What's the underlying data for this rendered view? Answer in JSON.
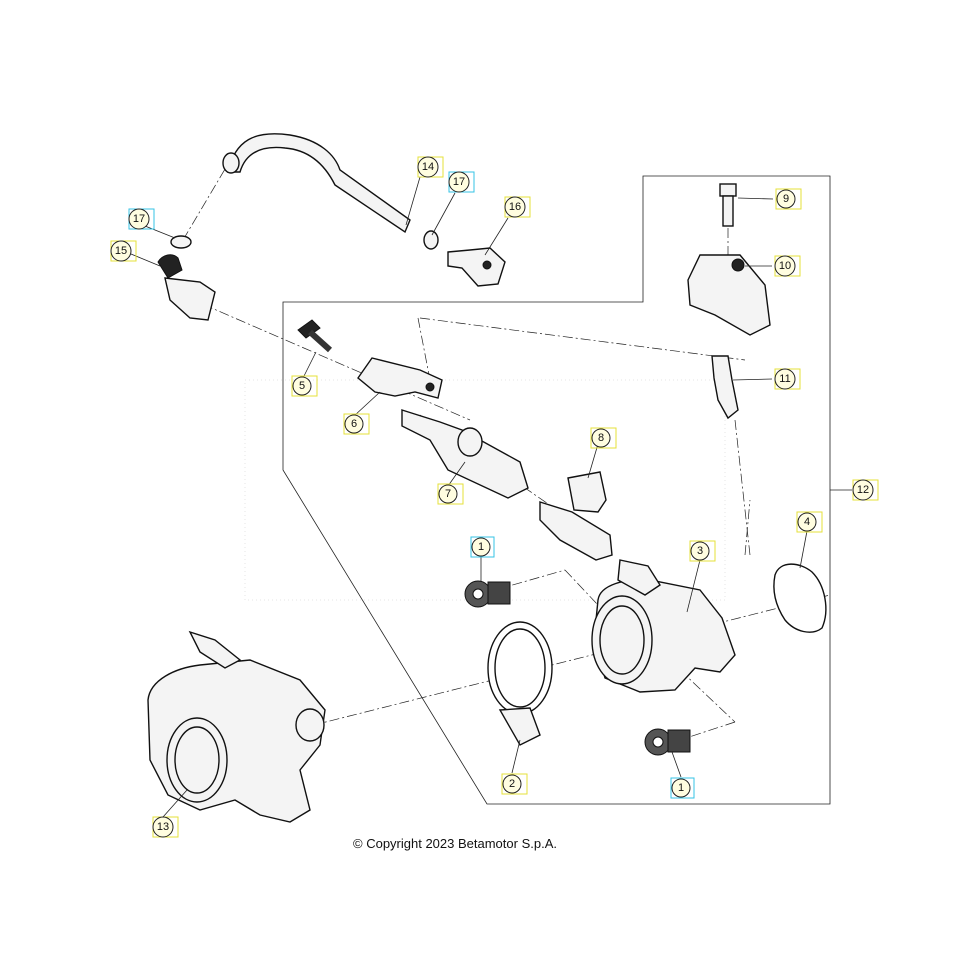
{
  "callouts": {
    "c1a": "1",
    "c1b": "1",
    "c2": "2",
    "c3": "3",
    "c4": "4",
    "c5": "5",
    "c6": "6",
    "c7": "7",
    "c8": "8",
    "c9": "9",
    "c10": "10",
    "c11": "11",
    "c12": "12",
    "c13": "13",
    "c14": "14",
    "c15": "15",
    "c16": "16",
    "c17a": "17",
    "c17b": "17"
  },
  "copyright": "© Copyright 2023 Betamotor S.p.A.",
  "colors": {
    "highlight_yellow": "#e5e03a",
    "highlight_cyan": "#34c3e5",
    "line": "#222222"
  }
}
